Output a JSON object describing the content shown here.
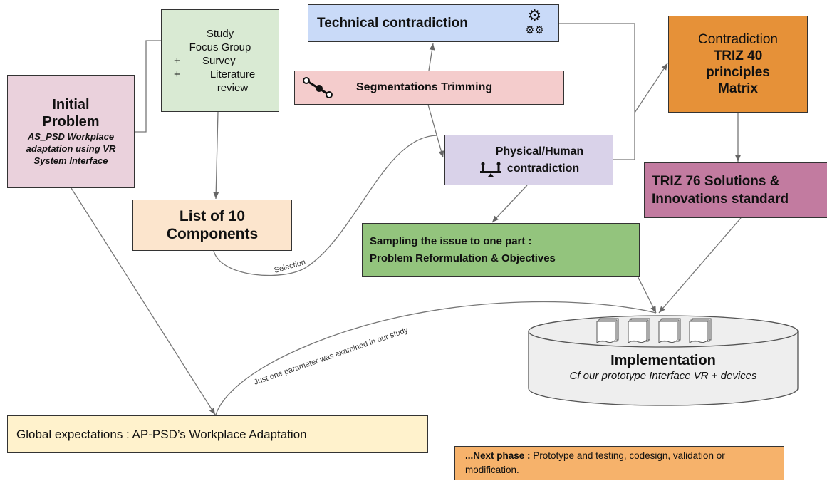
{
  "initial_problem": {
    "title": "Initial Problem",
    "subtitle": "AS_PSD Workplace adaptation using VR System Interface"
  },
  "study": {
    "line1": "Study",
    "line2": "Focus Group",
    "items": [
      {
        "bullet": "+",
        "text": "Survey"
      },
      {
        "bullet": "+",
        "text": "Literature review"
      }
    ]
  },
  "technical": {
    "label": "Technical contradiction",
    "icon": "gears-icon"
  },
  "segmentation": {
    "label": "Segmentations Trimming",
    "icon": "segment-path-icon"
  },
  "physical": {
    "label_line1": "Physical/Human",
    "label_line2": "contradiction",
    "icon": "balance-seesaw-icon"
  },
  "triz40": {
    "line1": "Contradiction",
    "line2": "TRIZ 40",
    "line3": "principles",
    "line4": "Matrix"
  },
  "triz76": {
    "label_line1": "TRIZ 76 Solutions &",
    "label_line2": "Innovations standard"
  },
  "components": {
    "line1": "List of 10",
    "line2": "Components"
  },
  "sampling": {
    "line1": "Sampling the issue to one part :",
    "line2": "Problem Reformulation & Objectives"
  },
  "implementation": {
    "title": "Implementation",
    "subtitle": "Cf our prototype Interface VR + devices",
    "icon": "documents-icon"
  },
  "global": {
    "label": "Global expectations : AP-PSD’s Workplace Adaptation"
  },
  "next_phase": {
    "bold": "...Next phase :",
    "text": " Prototype and testing, codesign, validation or modification."
  },
  "edge_labels": {
    "selection": "Selection",
    "one_parameter": "Just one parameter was examined in our study"
  },
  "colors": {
    "initial": "#ead1dc",
    "study": "#d9ead3",
    "technical": "#c9daf8",
    "segmentation": "#f4cccc",
    "physical": "#d9d2e9",
    "triz40": "#e69138",
    "triz76": "#c27ba0",
    "components": "#fce5cd",
    "sampling": "#93c47d",
    "implementation": "#eeeeee",
    "global": "#fff2cc",
    "next": "#f6b26b"
  }
}
